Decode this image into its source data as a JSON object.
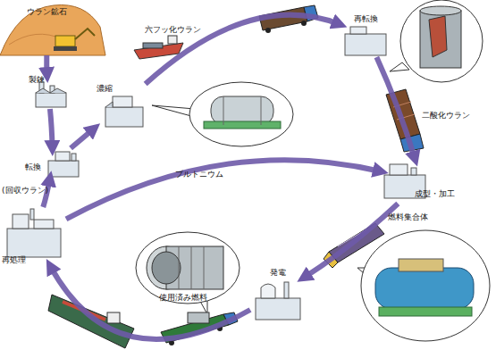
{
  "diagram": {
    "nodes": [
      {
        "text": [
          "ウラン鉱石"
        ]
      },
      {
        "text": [
          "製錬"
        ]
      },
      {
        "text": [
          "転換"
        ]
      },
      {
        "text": [
          "濃縮"
        ]
      },
      {
        "text": [
          "再転換"
        ]
      },
      {
        "text": [
          "成型・加工"
        ]
      },
      {
        "text": [
          "発電"
        ]
      },
      {
        "text": [
          "再処理"
        ]
      }
    ],
    "edges": [
      {
        "from": 0,
        "to": 1,
        "arrow": "to"
      },
      {
        "from": 1,
        "to": 2,
        "arrow": "to"
      },
      {
        "from": 2,
        "to": 3,
        "arrow": "to"
      },
      {
        "from": 3,
        "to": 4,
        "label": "六フッ化ウラン",
        "arrow": "to"
      },
      {
        "from": 4,
        "to": 5,
        "label": "二酸化ウラン",
        "arrow": "to"
      },
      {
        "from": 5,
        "to": 6,
        "label": "燃料集合体",
        "arrow": "to"
      },
      {
        "from": 6,
        "to": 7,
        "label": "使用済み燃料",
        "arrow": "to"
      },
      {
        "from": 7,
        "to": 2,
        "label": "(回収ウラン)",
        "arrow": "to"
      },
      {
        "from": 7,
        "to": 5,
        "label": "プルトニウム",
        "arrow": "to"
      }
    ]
  }
}
